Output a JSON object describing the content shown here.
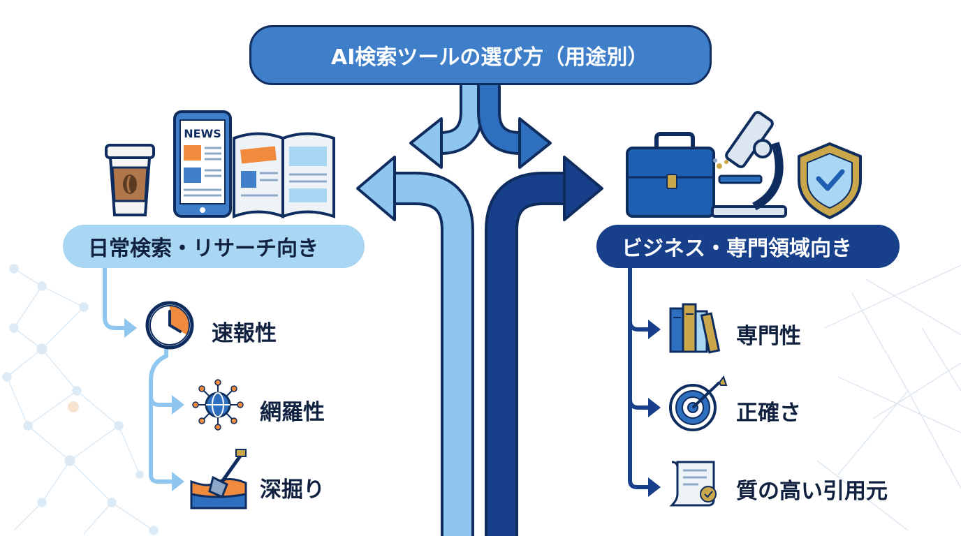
{
  "title": "AI検索ツールの選び方（用途別）",
  "left_category": {
    "label": "日常検索・リサーチ向き",
    "items": [
      {
        "label": "速報性",
        "icon": "clock-icon"
      },
      {
        "label": "網羅性",
        "icon": "globe-network-icon"
      },
      {
        "label": "深掘り",
        "icon": "shovel-icon"
      }
    ]
  },
  "right_category": {
    "label": "ビジネス・専門領域向き",
    "items": [
      {
        "label": "専門性",
        "icon": "books-icon"
      },
      {
        "label": "正確さ",
        "icon": "target-icon"
      },
      {
        "label": "質の高い引用元",
        "icon": "certificate-icon"
      }
    ]
  },
  "illustrations": {
    "title_icon": "search-analytics-icon",
    "left": [
      "coffee-cup-icon",
      "smartphone-icon",
      "newspaper-icon"
    ],
    "right": [
      "briefcase-icon",
      "microscope-icon",
      "shield-check-icon"
    ]
  },
  "phone_screen_text": "NEWS",
  "colors": {
    "dark_navy": "#0f2c5e",
    "title_blue": "#3f7fc9",
    "light_blue": "#a9d6f3",
    "mid_blue": "#2f6fbf",
    "deep_blue": "#173f8a",
    "accent_orange": "#f08a3c",
    "accent_gold": "#c9a74a"
  }
}
